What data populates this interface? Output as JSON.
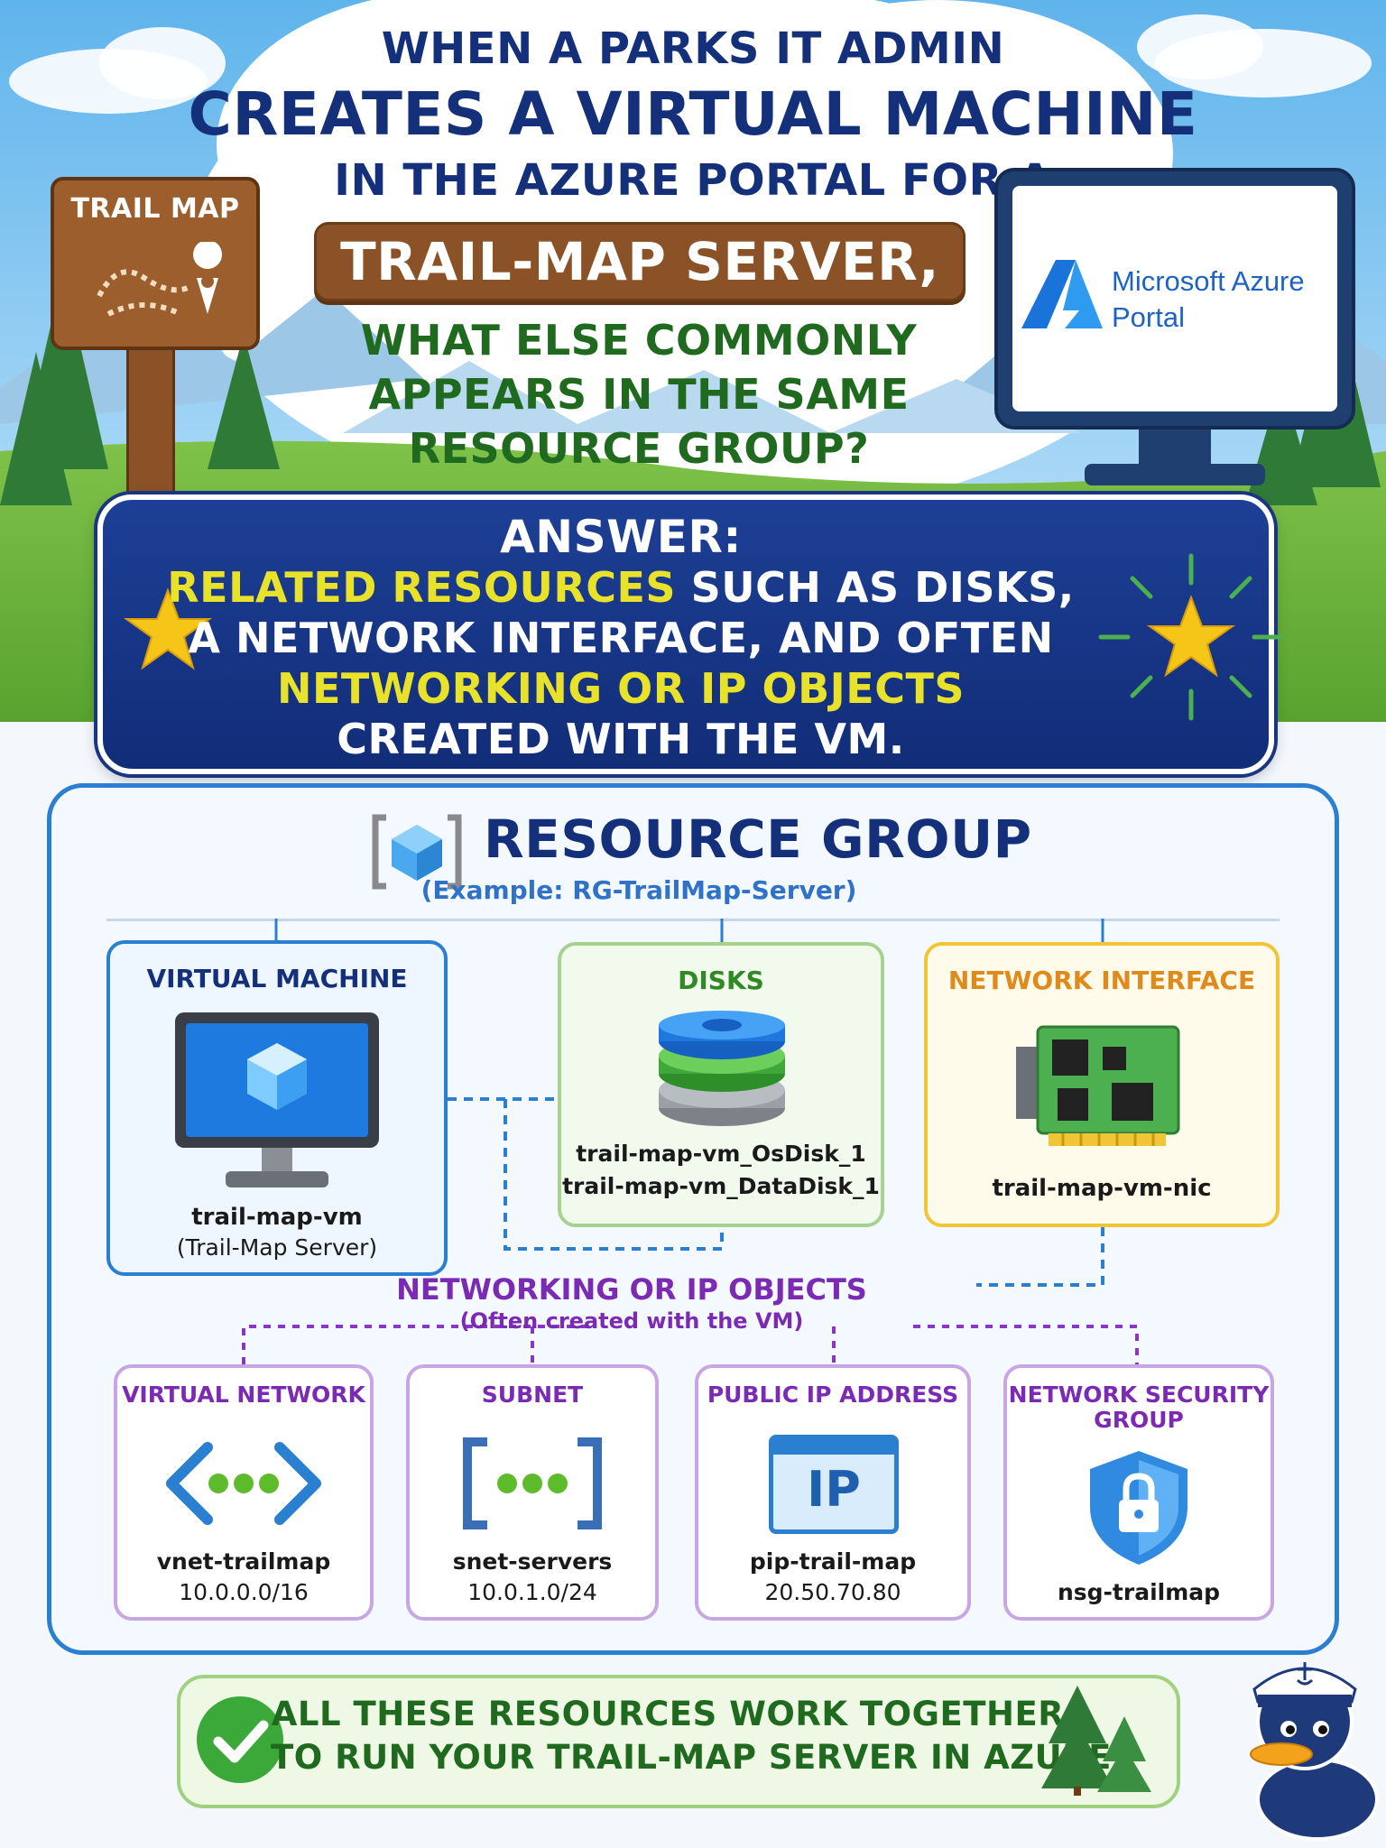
{
  "title": {
    "line1": "WHEN A PARKS IT ADMIN",
    "line2": "CREATES A VIRTUAL MACHINE",
    "line3": "IN THE AZURE PORTAL FOR A",
    "banner": "TRAIL-MAP SERVER,",
    "line4": "WHAT ELSE COMMONLY",
    "line5": "APPEARS IN THE SAME",
    "line6": "RESOURCE GROUP?"
  },
  "sign": {
    "label": "TRAIL MAP"
  },
  "monitor": {
    "brand_line1": "Microsoft Azure",
    "brand_line2": "Portal"
  },
  "answer": {
    "label": "ANSWER:",
    "line1_highlight": "RELATED RESOURCES",
    "line1_rest": " SUCH AS DISKS,",
    "line2": "A NETWORK INTERFACE, AND OFTEN",
    "line3": "NETWORKING OR IP OBJECTS",
    "line4": "CREATED WITH THE VM."
  },
  "resource_group": {
    "title": "RESOURCE GROUP",
    "example": "(Example: RG-TrailMap-Server)",
    "vm": {
      "heading": "VIRTUAL MACHINE",
      "name": "trail-map-vm",
      "note": "(Trail-Map Server)"
    },
    "disks": {
      "heading": "DISKS",
      "os_disk": "trail-map-vm_OsDisk_1",
      "data_disk": "trail-map-vm_DataDisk_1"
    },
    "nic": {
      "heading": "NETWORK INTERFACE",
      "name": "trail-map-vm-nic"
    },
    "networking": {
      "title": "NETWORKING OR IP OBJECTS",
      "subtitle": "(Often created with the VM)",
      "items": [
        {
          "heading": "VIRTUAL NETWORK",
          "name": "vnet-trailmap",
          "value": "10.0.0.0/16",
          "icon": "vnet-icon"
        },
        {
          "heading": "SUBNET",
          "name": "snet-servers",
          "value": "10.0.1.0/24",
          "icon": "subnet-icon"
        },
        {
          "heading": "PUBLIC IP ADDRESS",
          "name": "pip-trail-map",
          "value": "20.50.70.80",
          "icon": "ip-icon",
          "icon_text": "IP"
        },
        {
          "heading_line1": "NETWORK SECURITY",
          "heading_line2": "GROUP",
          "name": "nsg-trailmap",
          "icon": "shield-lock-icon"
        }
      ]
    }
  },
  "footer": {
    "line1": "ALL THESE RESOURCES WORK TOGETHER",
    "line2": "TO RUN YOUR TRAIL-MAP SERVER IN AZURE!"
  },
  "colors": {
    "navy": "#15307a",
    "green": "#1f6a1e",
    "yellow": "#e9e22b",
    "purple": "#7b2ab3",
    "azure_blue": "#2b7fd0",
    "orange": "#e08a1b"
  }
}
